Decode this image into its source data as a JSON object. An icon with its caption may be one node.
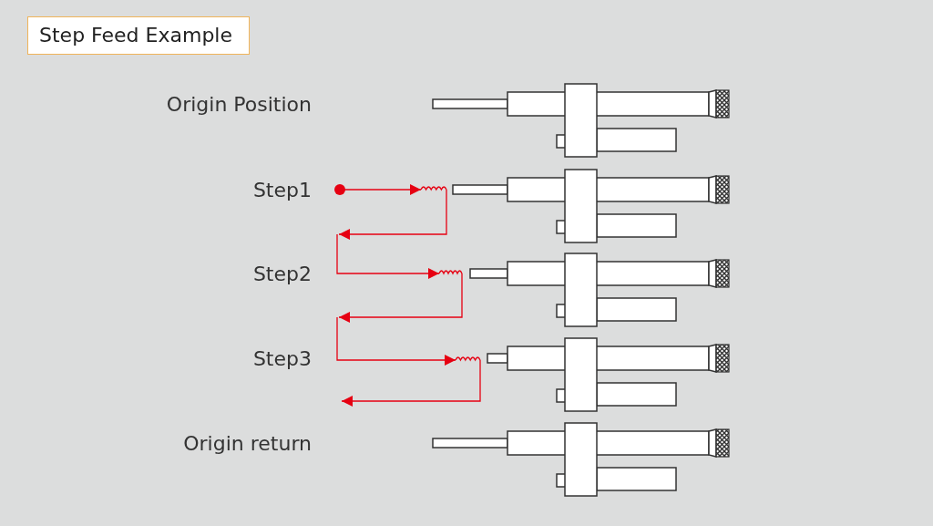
{
  "diagram": {
    "title": "Step Feed Example",
    "labels": [
      "Origin Position",
      "Step1",
      "Step2",
      "Step3",
      "Origin return"
    ]
  }
}
